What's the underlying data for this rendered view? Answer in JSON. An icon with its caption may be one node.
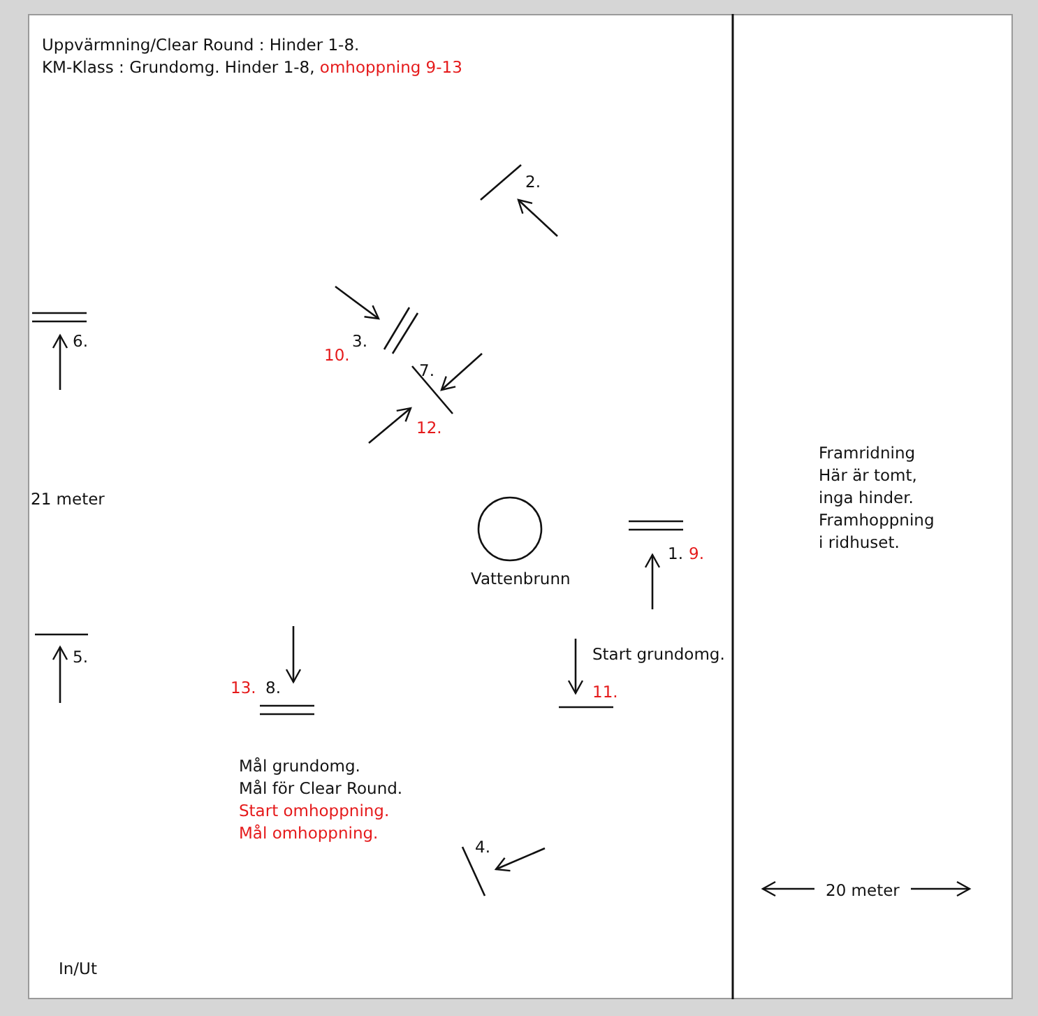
{
  "diagram": {
    "nodes": [
      {
        "text": [
          "Vattenbrunn"
        ]
      }
    ],
    "labels": [
      "Uppvärmning/Clear Round : Hinder 1-8.",
      "KM-Klass : Grundomg. Hinder 1-8,",
      "omhoppning 9-13",
      "2.",
      "6.",
      "3.",
      "10.",
      "7.",
      "12.",
      "21 meter",
      "1.",
      "9.",
      "5.",
      "Start grundomg.",
      "13.",
      "8.",
      "11.",
      "Mål grundomg.",
      "Mål för Clear Round.",
      "Start omhoppning.",
      "Mål omhoppning.",
      "4.",
      "In/Ut",
      "Framridning Här är tomt, inga hinder. Framhoppning i ridhuset.",
      "20 meter"
    ]
  }
}
